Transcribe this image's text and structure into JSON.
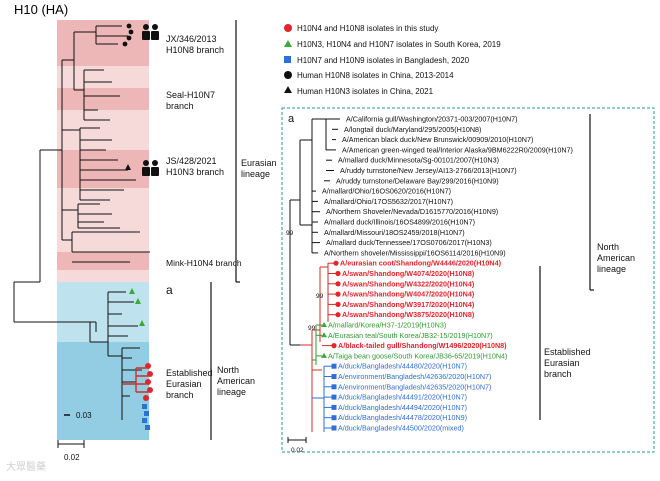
{
  "title": "H10 (HA)",
  "legend": [
    {
      "shape": "circle",
      "color": "#e3242b",
      "label": "H10N4 and H10N8 isolates in this study"
    },
    {
      "shape": "triangle",
      "color": "#3aa935",
      "label": "H10N3, H10N4 and H10N7 isolates in South Korea, 2019"
    },
    {
      "shape": "square",
      "color": "#2f6fd6",
      "label": "H10N7 and H10N9 isolates in Bangladesh, 2020"
    },
    {
      "shape": "circle",
      "color": "#111111",
      "label": "Human H10N8 isolates in China, 2013-2014"
    },
    {
      "shape": "triangle",
      "color": "#111111",
      "label": "Human H10N3 isolates in China, 2021"
    }
  ],
  "left_tree": {
    "branch_labels": {
      "jx": "JX/346/2013",
      "jx2": "H10N8 branch",
      "seal": "Seal-H10N7",
      "seal2": "branch",
      "js": "JS/428/2021",
      "js2": "H10N3 branch",
      "mink": "Mink-H10N4 branch",
      "a": "a",
      "est": "Established",
      "est2": "Eurasian",
      "est3": "branch"
    },
    "lineage_eurasian": [
      "Eurasian",
      "lineage"
    ],
    "lineage_na": [
      "North",
      "American",
      "lineage"
    ],
    "scale_label": "0.02",
    "scale_small": "0.03"
  },
  "inset": {
    "label": "a",
    "taxa": [
      {
        "name": "A/California gull/Washington/20371-003/2007(H10N7)",
        "color": "#111111",
        "bold": false
      },
      {
        "name": "A/longtail duck/Maryland/295/2005(H10N8)",
        "color": "#111111",
        "bold": false
      },
      {
        "name": "A/American black duck/New Brunswick/00909/2010(H10N7)",
        "color": "#111111",
        "bold": false
      },
      {
        "name": "A/American green-winged teal/Interior Alaska/9BM6222R0/2009(H10N7)",
        "color": "#111111",
        "bold": false
      },
      {
        "name": "A/mallard duck/Minnesota/Sg-00101/2007(H10N3)",
        "color": "#111111",
        "bold": false
      },
      {
        "name": "A/ruddy turnstone/New Jersey/AI13-2766/2013(H10N7)",
        "color": "#111111",
        "bold": false
      },
      {
        "name": "A/ruddy turnstone/Delaware Bay/299/2016(H10N9)",
        "color": "#111111",
        "bold": false
      },
      {
        "name": "A/mallard/Ohio/16OS0620/2016(H10N7)",
        "color": "#111111",
        "bold": false
      },
      {
        "name": "A/mallard/Ohio/17OS5632/2017(H10N7)",
        "color": "#111111",
        "bold": false
      },
      {
        "name": "A/Northern Shoveler/Nevada/D1615770/2016(H10N9)",
        "color": "#111111",
        "bold": false
      },
      {
        "name": "A/mallard duck/Illinois/16OS4899/2016(H10N7)",
        "color": "#111111",
        "bold": false
      },
      {
        "name": "A/mallard/Missouri/18OS2459/2018(H10N7)",
        "color": "#111111",
        "bold": false
      },
      {
        "name": "A/mallard duck/Tennessee/17OS0706/2017(H10N3)",
        "color": "#111111",
        "bold": false
      },
      {
        "name": "A/Northern shoveler/Mississippi/16OS6114/2016(H10N9)",
        "color": "#111111",
        "bold": false
      },
      {
        "name": "A/eurasian coot/Shandong/W4446/2020(H10N4)",
        "color": "#e3242b",
        "bold": true
      },
      {
        "name": "A/swan/Shandong/W4074/2020(H10N8)",
        "color": "#e3242b",
        "bold": true
      },
      {
        "name": "A/swan/Shandong/W4322/2020(H10N4)",
        "color": "#e3242b",
        "bold": true
      },
      {
        "name": "A/swan/Shandong/W4047/2020(H10N4)",
        "color": "#e3242b",
        "bold": true
      },
      {
        "name": "A/swan/Shandong/W3917/2020(H10N4)",
        "color": "#e3242b",
        "bold": true
      },
      {
        "name": "A/swan/Shandong/W3875/2020(H10N8)",
        "color": "#e3242b",
        "bold": true
      },
      {
        "name": "A/mallard/Korea/H37-1/2019(H10N3)",
        "color": "#2e9a2e",
        "bold": false
      },
      {
        "name": "A/Eurasian teal/South Korea/JB32-15/2019(H10N7)",
        "color": "#2e9a2e",
        "bold": false
      },
      {
        "name": "A/black-tailed gull/Shandong/W1496/2020(H10N8)",
        "color": "#e3242b",
        "bold": true
      },
      {
        "name": "A/Taiga bean goose/South Korea/JB36-65/2019(H10N4)",
        "color": "#2e9a2e",
        "bold": false
      },
      {
        "name": "A/duck/Bangladesh/44480/2020(H10N7)",
        "color": "#2f6fd6",
        "bold": false
      },
      {
        "name": "A/environment/Bangladesh/42636/2020(H10N7)",
        "color": "#2f6fd6",
        "bold": false
      },
      {
        "name": "A/environment/Bangladesh/42635/2020(H10N7)",
        "color": "#2f6fd6",
        "bold": false
      },
      {
        "name": "A/duck/Bangladesh/44491/2020(H10N7)",
        "color": "#2f6fd6",
        "bold": false
      },
      {
        "name": "A/duck/Bangladesh/44494/2020(H10N7)",
        "color": "#2f6fd6",
        "bold": false
      },
      {
        "name": "A/duck/Bangladesh/44478/2020(H10N9)",
        "color": "#2f6fd6",
        "bold": false
      },
      {
        "name": "A/duck/Bangladesh/44500/2020(mixed)",
        "color": "#2f6fd6",
        "bold": false
      }
    ],
    "bootstrap": [
      "99",
      "99",
      "99"
    ],
    "lineage_na": [
      "North",
      "American",
      "lineage"
    ],
    "lineage_est": [
      "Established",
      "Eurasian",
      "branch"
    ],
    "scale_label": "0.02"
  },
  "watermark": "大眾醫藥"
}
